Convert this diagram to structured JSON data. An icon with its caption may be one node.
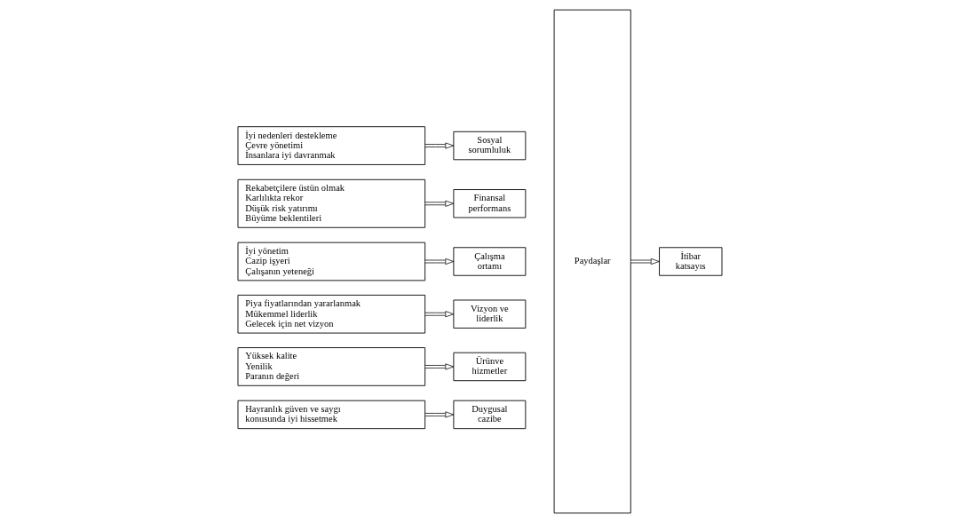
{
  "diagram": {
    "nodes": [
      {
        "text": [
          "Hayranlık güven ve saygı konusunda iyi hissetmek"
        ]
      },
      {
        "text": [
          "Duygusal cazibe"
        ]
      },
      {
        "text": [
          "Yüksek kalite",
          "Yenilik",
          "Paranın değeri"
        ]
      },
      {
        "text": [
          "Ürünve hizmetler"
        ]
      },
      {
        "text": [
          "Piya fiyatlarından yararlanmak",
          "Mükemmel liderlik",
          "Gelecek için net vizyon"
        ]
      },
      {
        "text": [
          "Vizyon ve liderlik"
        ]
      },
      {
        "text": [
          "İyi yönetim",
          "Cazip işyeri",
          "Çalışanın yeteneği"
        ]
      },
      {
        "text": [
          "Çalışma ortamı"
        ]
      },
      {
        "text": [
          "Rekabetçilere üstün olmak",
          "Karlılıkta rekor",
          "Düşük risk yatırımı",
          "Büyüme beklentileri"
        ]
      },
      {
        "text": [
          "Finansal performans"
        ]
      },
      {
        "text": [
          "İyi nedenleri destekleme",
          "Çevre yönetimi",
          "İnsanlara iyi davranmak"
        ]
      },
      {
        "text": [
          "Sosyal sorumluluk"
        ]
      },
      {
        "text": [
          "Paydaşlar"
        ]
      },
      {
        "text": [
          "İtibar katsayıs"
        ]
      }
    ],
    "edges": [
      {
        "from": 0,
        "to": 1,
        "arrow": "to"
      },
      {
        "from": 2,
        "to": 3,
        "arrow": "to"
      },
      {
        "from": 4,
        "to": 5,
        "arrow": "to"
      },
      {
        "from": 6,
        "to": 7,
        "arrow": "to"
      },
      {
        "from": 8,
        "to": 9,
        "arrow": "to"
      },
      {
        "from": 10,
        "to": 11,
        "arrow": "to"
      },
      {
        "from": 12,
        "to": 13,
        "arrow": "to"
      }
    ]
  }
}
